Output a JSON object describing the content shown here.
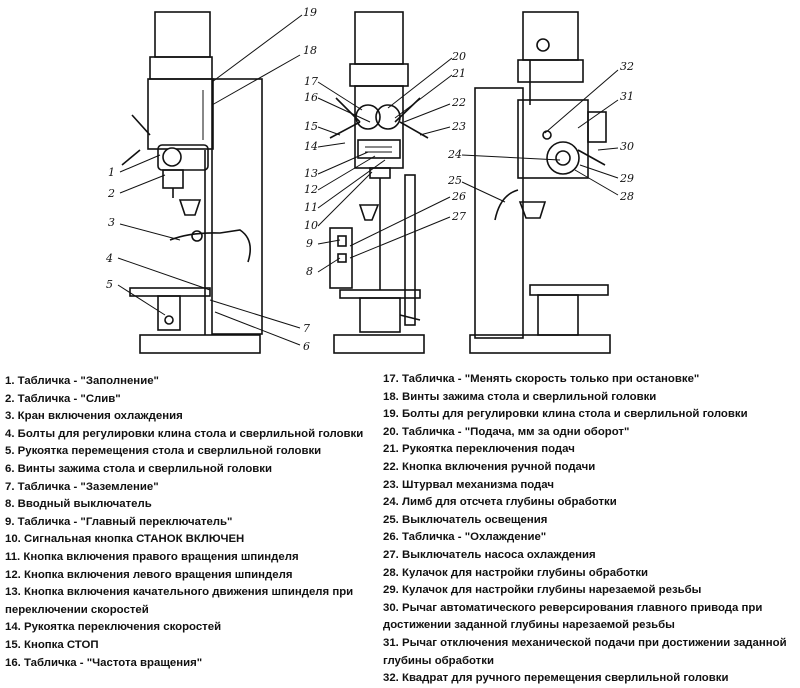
{
  "diagram": {
    "left_view_callouts": [
      "19",
      "18",
      "1",
      "2",
      "3",
      "4",
      "5",
      "7",
      "6"
    ],
    "middle_view_callouts": [
      "20",
      "21",
      "17",
      "16",
      "22",
      "15",
      "23",
      "14",
      "13",
      "12",
      "11",
      "10",
      "9",
      "8",
      "26",
      "27"
    ],
    "right_view_callouts": [
      "32",
      "31",
      "30",
      "24",
      "29",
      "28",
      "25"
    ]
  },
  "legend_left": [
    "1. Табличка - \"Заполнение\"",
    "2. Табличка - \"Слив\"",
    "3. Кран включения охлаждения",
    "4. Болты для регулировки клина стола и сверлильной головки",
    "5. Рукоятка перемещения стола и сверлильной головки",
    "6. Винты зажима стола и сверлильной головки",
    "7. Табличка - \"Заземление\"",
    "8. Вводный выключатель",
    "9. Табличка - \"Главный переключатель\"",
    "10. Сигнальная кнопка СТАНОК ВКЛЮЧЕН",
    "11. Кнопка включения правого вращения шпинделя",
    "12. Кнопка включения левого вращения шпинделя",
    "13. Кнопка включения качательного движения шпинделя при переключении скоростей",
    "14. Рукоятка переключения скоростей",
    "15. Кнопка СТОП",
    "16. Табличка - \"Частота вращения\""
  ],
  "legend_right": [
    "17. Табличка - \"Менять скорость только при остановке\"",
    "18. Винты зажима стола и сверлильной головки",
    "19. Болты для регулировки клина стола и сверлильной головки",
    "20. Табличка - \"Подача, мм за одни оборот\"",
    "21. Рукоятка переключения подач",
    "22. Кнопка включения ручной подачи",
    "23. Штурвал механизма подач",
    "24. Лимб для отсчета глубины обработки",
    "25. Выключатель освещения",
    "26. Табличка - \"Охлаждение\"",
    "27. Выключатель насоса охлаждения",
    "28. Кулачок для настройки глубины обработки",
    "29. Кулачок для настройки глубины нарезаемой резьбы",
    "30. Рычаг автоматического реверсирования главного привода при достижении заданной глубины нарезаемой резьбы",
    "31. Рычаг отключения механической подачи при достижении заданной глубины обработки",
    "32. Квадрат для ручного перемещения сверлильной головки"
  ]
}
